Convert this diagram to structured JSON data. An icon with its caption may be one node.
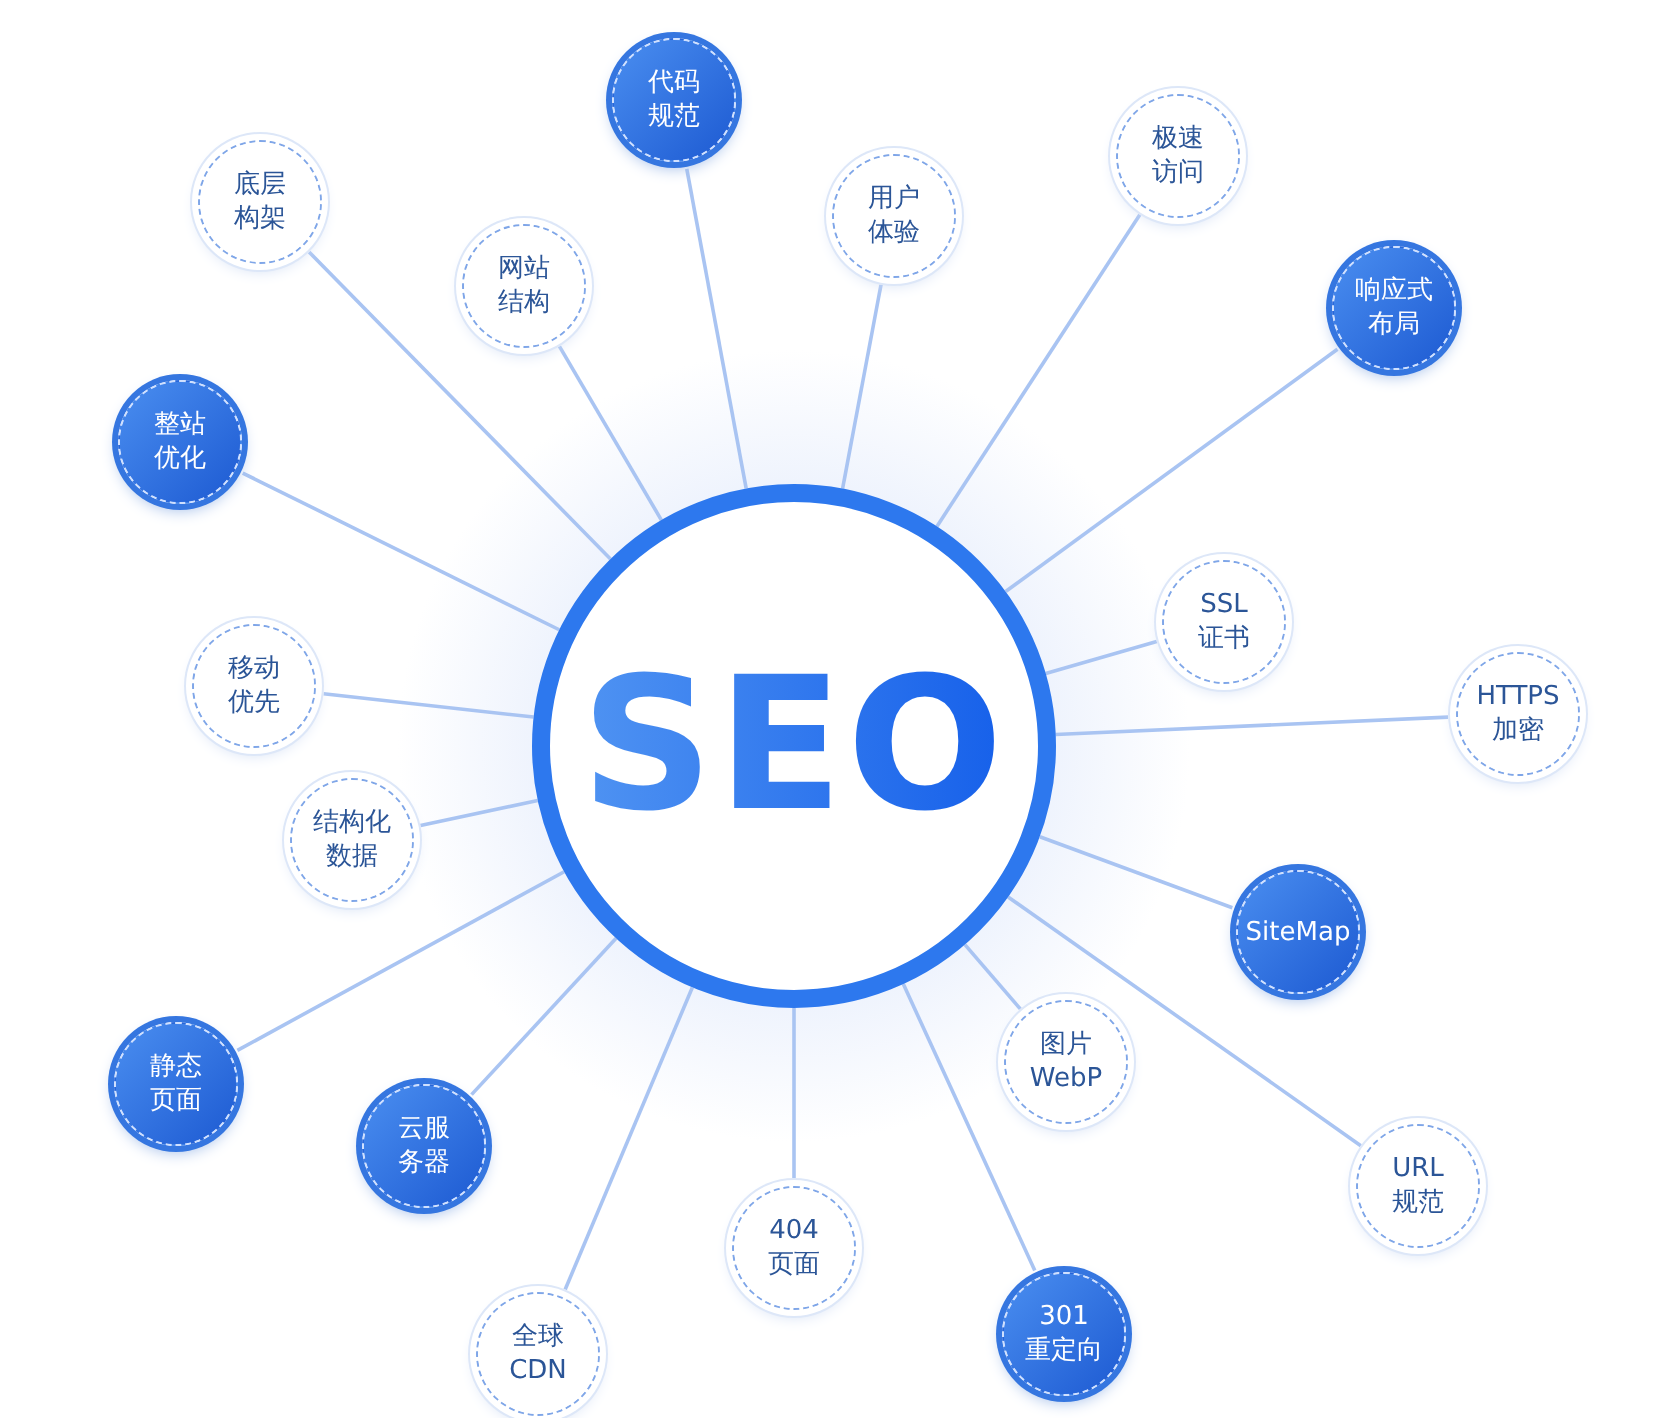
{
  "diagram": {
    "nodes": [
      {
        "text": [
          "SEO"
        ]
      },
      {
        "text": [
          "代码规范"
        ]
      },
      {
        "text": [
          "极速访问"
        ]
      },
      {
        "text": [
          "底层构架"
        ]
      },
      {
        "text": [
          "用户体验"
        ]
      },
      {
        "text": [
          "网站结构"
        ]
      },
      {
        "text": [
          "响应式布局"
        ]
      },
      {
        "text": [
          "整站优化"
        ]
      },
      {
        "text": [
          "SSL证书"
        ]
      },
      {
        "text": [
          "移动优先"
        ]
      },
      {
        "text": [
          "HTTPS加密"
        ]
      },
      {
        "text": [
          "结构化数据"
        ]
      },
      {
        "text": [
          "SiteMap"
        ]
      },
      {
        "text": [
          "图片WebP"
        ]
      },
      {
        "text": [
          "静态页面"
        ]
      },
      {
        "text": [
          "云服务器"
        ]
      },
      {
        "text": [
          "URL规范"
        ]
      },
      {
        "text": [
          "404页面"
        ]
      },
      {
        "text": [
          "301重定向"
        ]
      },
      {
        "text": [
          "全球CDN"
        ]
      }
    ],
    "edges": [
      {
        "from": 0,
        "to": 1,
        "arrow": "none"
      },
      {
        "from": 0,
        "to": 2,
        "arrow": "none"
      },
      {
        "from": 0,
        "to": 3,
        "arrow": "none"
      },
      {
        "from": 0,
        "to": 4,
        "arrow": "none"
      },
      {
        "from": 0,
        "to": 5,
        "arrow": "none"
      },
      {
        "from": 0,
        "to": 6,
        "arrow": "none"
      },
      {
        "from": 0,
        "to": 7,
        "arrow": "none"
      },
      {
        "from": 0,
        "to": 8,
        "arrow": "none"
      },
      {
        "from": 0,
        "to": 9,
        "arrow": "none"
      },
      {
        "from": 0,
        "to": 10,
        "arrow": "none"
      },
      {
        "from": 0,
        "to": 11,
        "arrow": "none"
      },
      {
        "from": 0,
        "to": 12,
        "arrow": "none"
      },
      {
        "from": 0,
        "to": 13,
        "arrow": "none"
      },
      {
        "from": 0,
        "to": 14,
        "arrow": "none"
      },
      {
        "from": 0,
        "to": 15,
        "arrow": "none"
      },
      {
        "from": 0,
        "to": 16,
        "arrow": "none"
      },
      {
        "from": 0,
        "to": 17,
        "arrow": "none"
      },
      {
        "from": 0,
        "to": 18,
        "arrow": "none"
      },
      {
        "from": 0,
        "to": 19,
        "arrow": "none"
      }
    ]
  }
}
